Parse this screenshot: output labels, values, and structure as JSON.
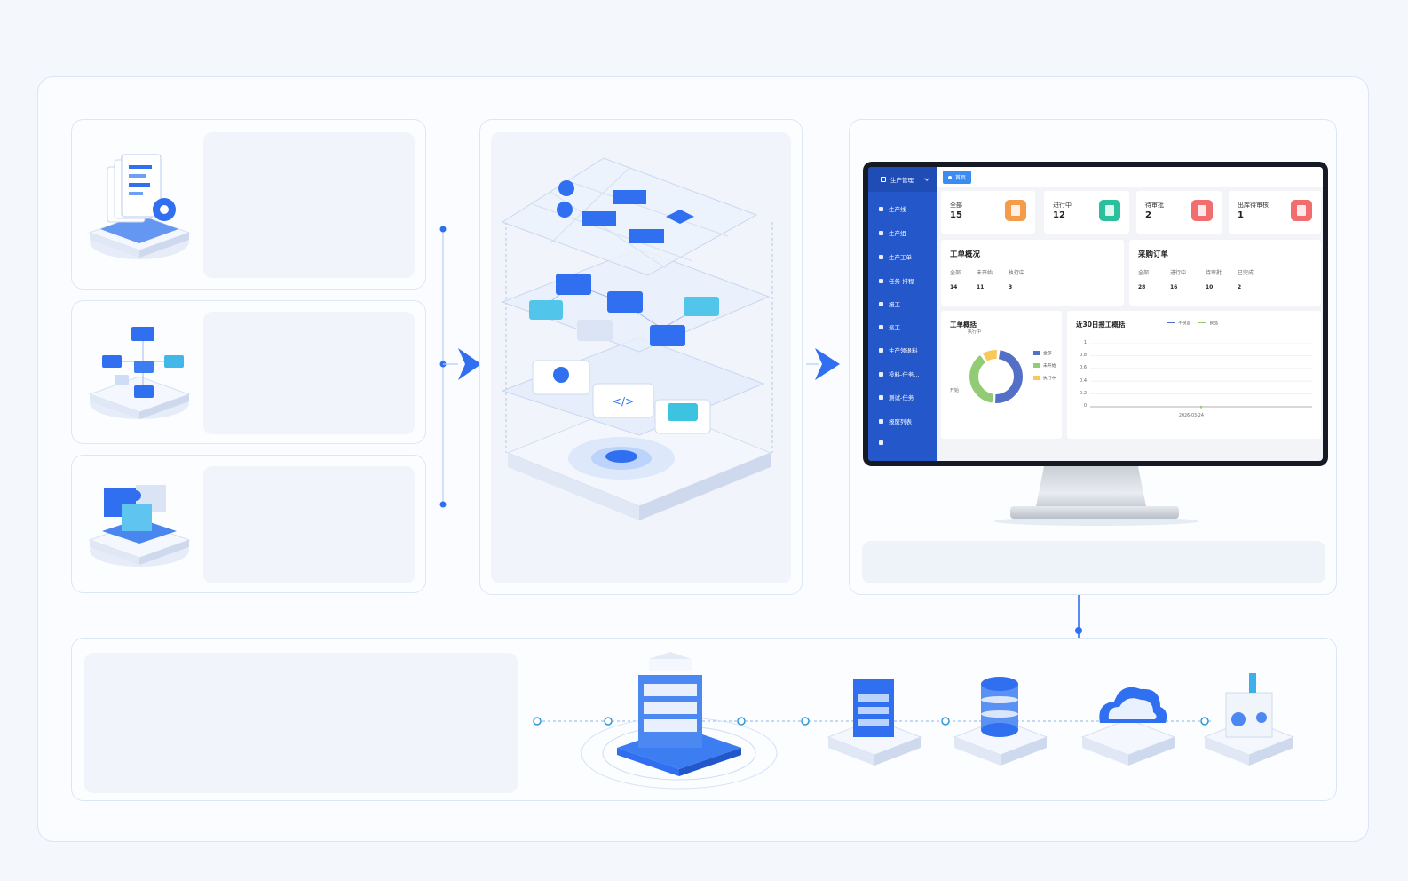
{
  "dashboard": {
    "menu_title": "生产管理",
    "nav": [
      "生产线",
      "生产组",
      "生产工单",
      "任务-排程",
      "报工",
      "派工",
      "生产领退料",
      "投料-任务...",
      "测试-任务",
      "报废列表"
    ],
    "tab": "首页",
    "stats": [
      {
        "label": "全部",
        "value": "15",
        "color": "#f59b4c"
      },
      {
        "label": "进行中",
        "value": "12",
        "color": "#2bbf9c"
      },
      {
        "label": "待审批",
        "value": "2",
        "color": "#f26d6d"
      },
      {
        "label": "出库待审核",
        "value": "1",
        "color": "#f26d6d"
      }
    ],
    "work_order_overview": {
      "title": "工单概况",
      "items": [
        {
          "label": "全部",
          "value": "14"
        },
        {
          "label": "未开始",
          "value": "11"
        },
        {
          "label": "执行中",
          "value": "3"
        }
      ]
    },
    "purchase_orders": {
      "title": "采购订单",
      "items": [
        {
          "label": "全部",
          "value": "28"
        },
        {
          "label": "进行中",
          "value": "16"
        },
        {
          "label": "待审批",
          "value": "10"
        },
        {
          "label": "已完成",
          "value": "2"
        }
      ]
    },
    "donut": {
      "title": "工单概括",
      "label_top": "执行中",
      "label_left": "开始",
      "legend": [
        "全部",
        "未开始",
        "执行中"
      ],
      "colors": [
        "#5470c6",
        "#91cc75",
        "#fac858"
      ],
      "values": [
        14,
        11,
        3
      ]
    },
    "report_chart": {
      "title": "近30日报工概括",
      "legend": [
        "不良品",
        "良品"
      ],
      "legend_colors": [
        "#5470c6",
        "#91cc75"
      ],
      "y_ticks": [
        "1",
        "0.8",
        "0.6",
        "0.4",
        "0.2",
        "0"
      ],
      "x_label": "2026-03-24"
    }
  },
  "colors": {
    "accent": "#2f6ff0",
    "panel_border": "#dde6f4",
    "placeholder": "#f1f4fa"
  },
  "icons": {
    "document": "document-gear-icon",
    "network": "network-nodes-icon",
    "puzzle": "puzzle-blocks-icon",
    "layers": "layered-architecture-icon",
    "server": "server-stack-icon",
    "building": "building-icon",
    "database": "database-icon",
    "cloud": "cloud-icon",
    "device": "device-icon"
  }
}
